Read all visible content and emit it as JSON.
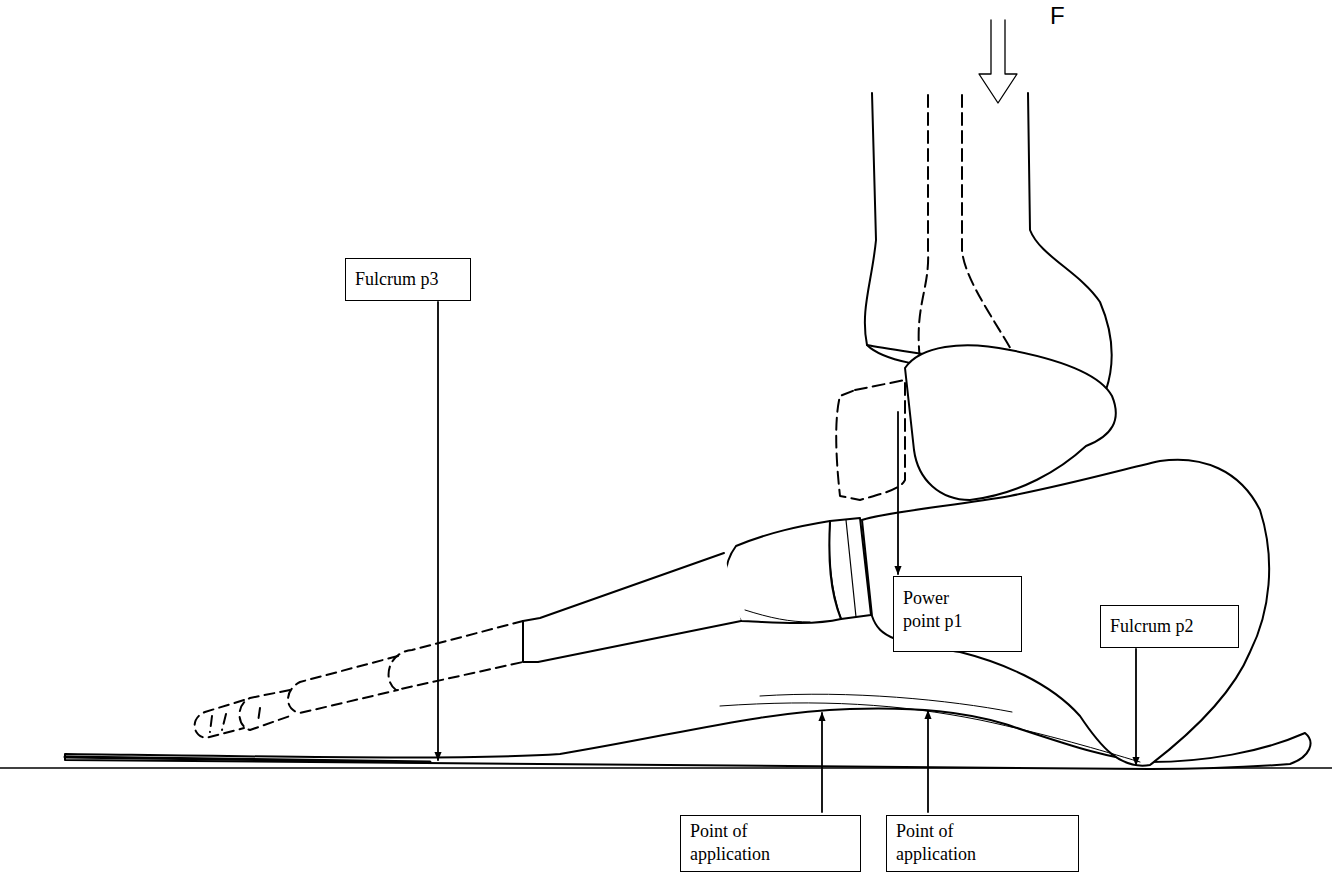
{
  "diagram": {
    "nodes": [
      {
        "text": [
          "Fulcrum p3"
        ]
      },
      {
        "text": [
          "Power point p1"
        ]
      },
      {
        "text": [
          "Fulcrum p2"
        ]
      },
      {
        "text": [
          "Point of application"
        ]
      },
      {
        "text": [
          "Point of application"
        ]
      }
    ],
    "labels": [
      "F"
    ]
  }
}
